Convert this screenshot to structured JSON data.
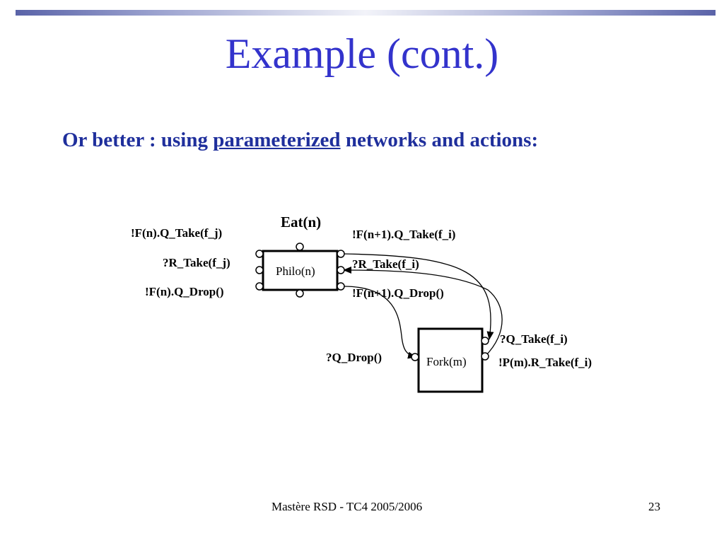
{
  "title": "Example (cont.)",
  "subtitle": {
    "before": "Or better : using ",
    "underlined": "parameterized",
    "after": " networks and actions:"
  },
  "diagram": {
    "eat_label": "Eat(n)",
    "philo_label": "Philo(n)",
    "fork_label": "Fork(m)",
    "left_labels": [
      "!F(n).Q_Take(f_j)",
      "?R_Take(f_j)",
      "!F(n).Q_Drop()"
    ],
    "right_labels": [
      "!F(n+1).Q_Take(f_i)",
      "?R_Take(f_i)",
      "!F(n+1).Q_Drop()"
    ],
    "fork_left_label": "?Q_Drop()",
    "fork_right_labels": [
      "?Q_Take(f_i)",
      "!P(m).R_Take(f_i)"
    ]
  },
  "footer": {
    "center": "Mastère RSD - TC4   2005/2006",
    "page": "23"
  }
}
